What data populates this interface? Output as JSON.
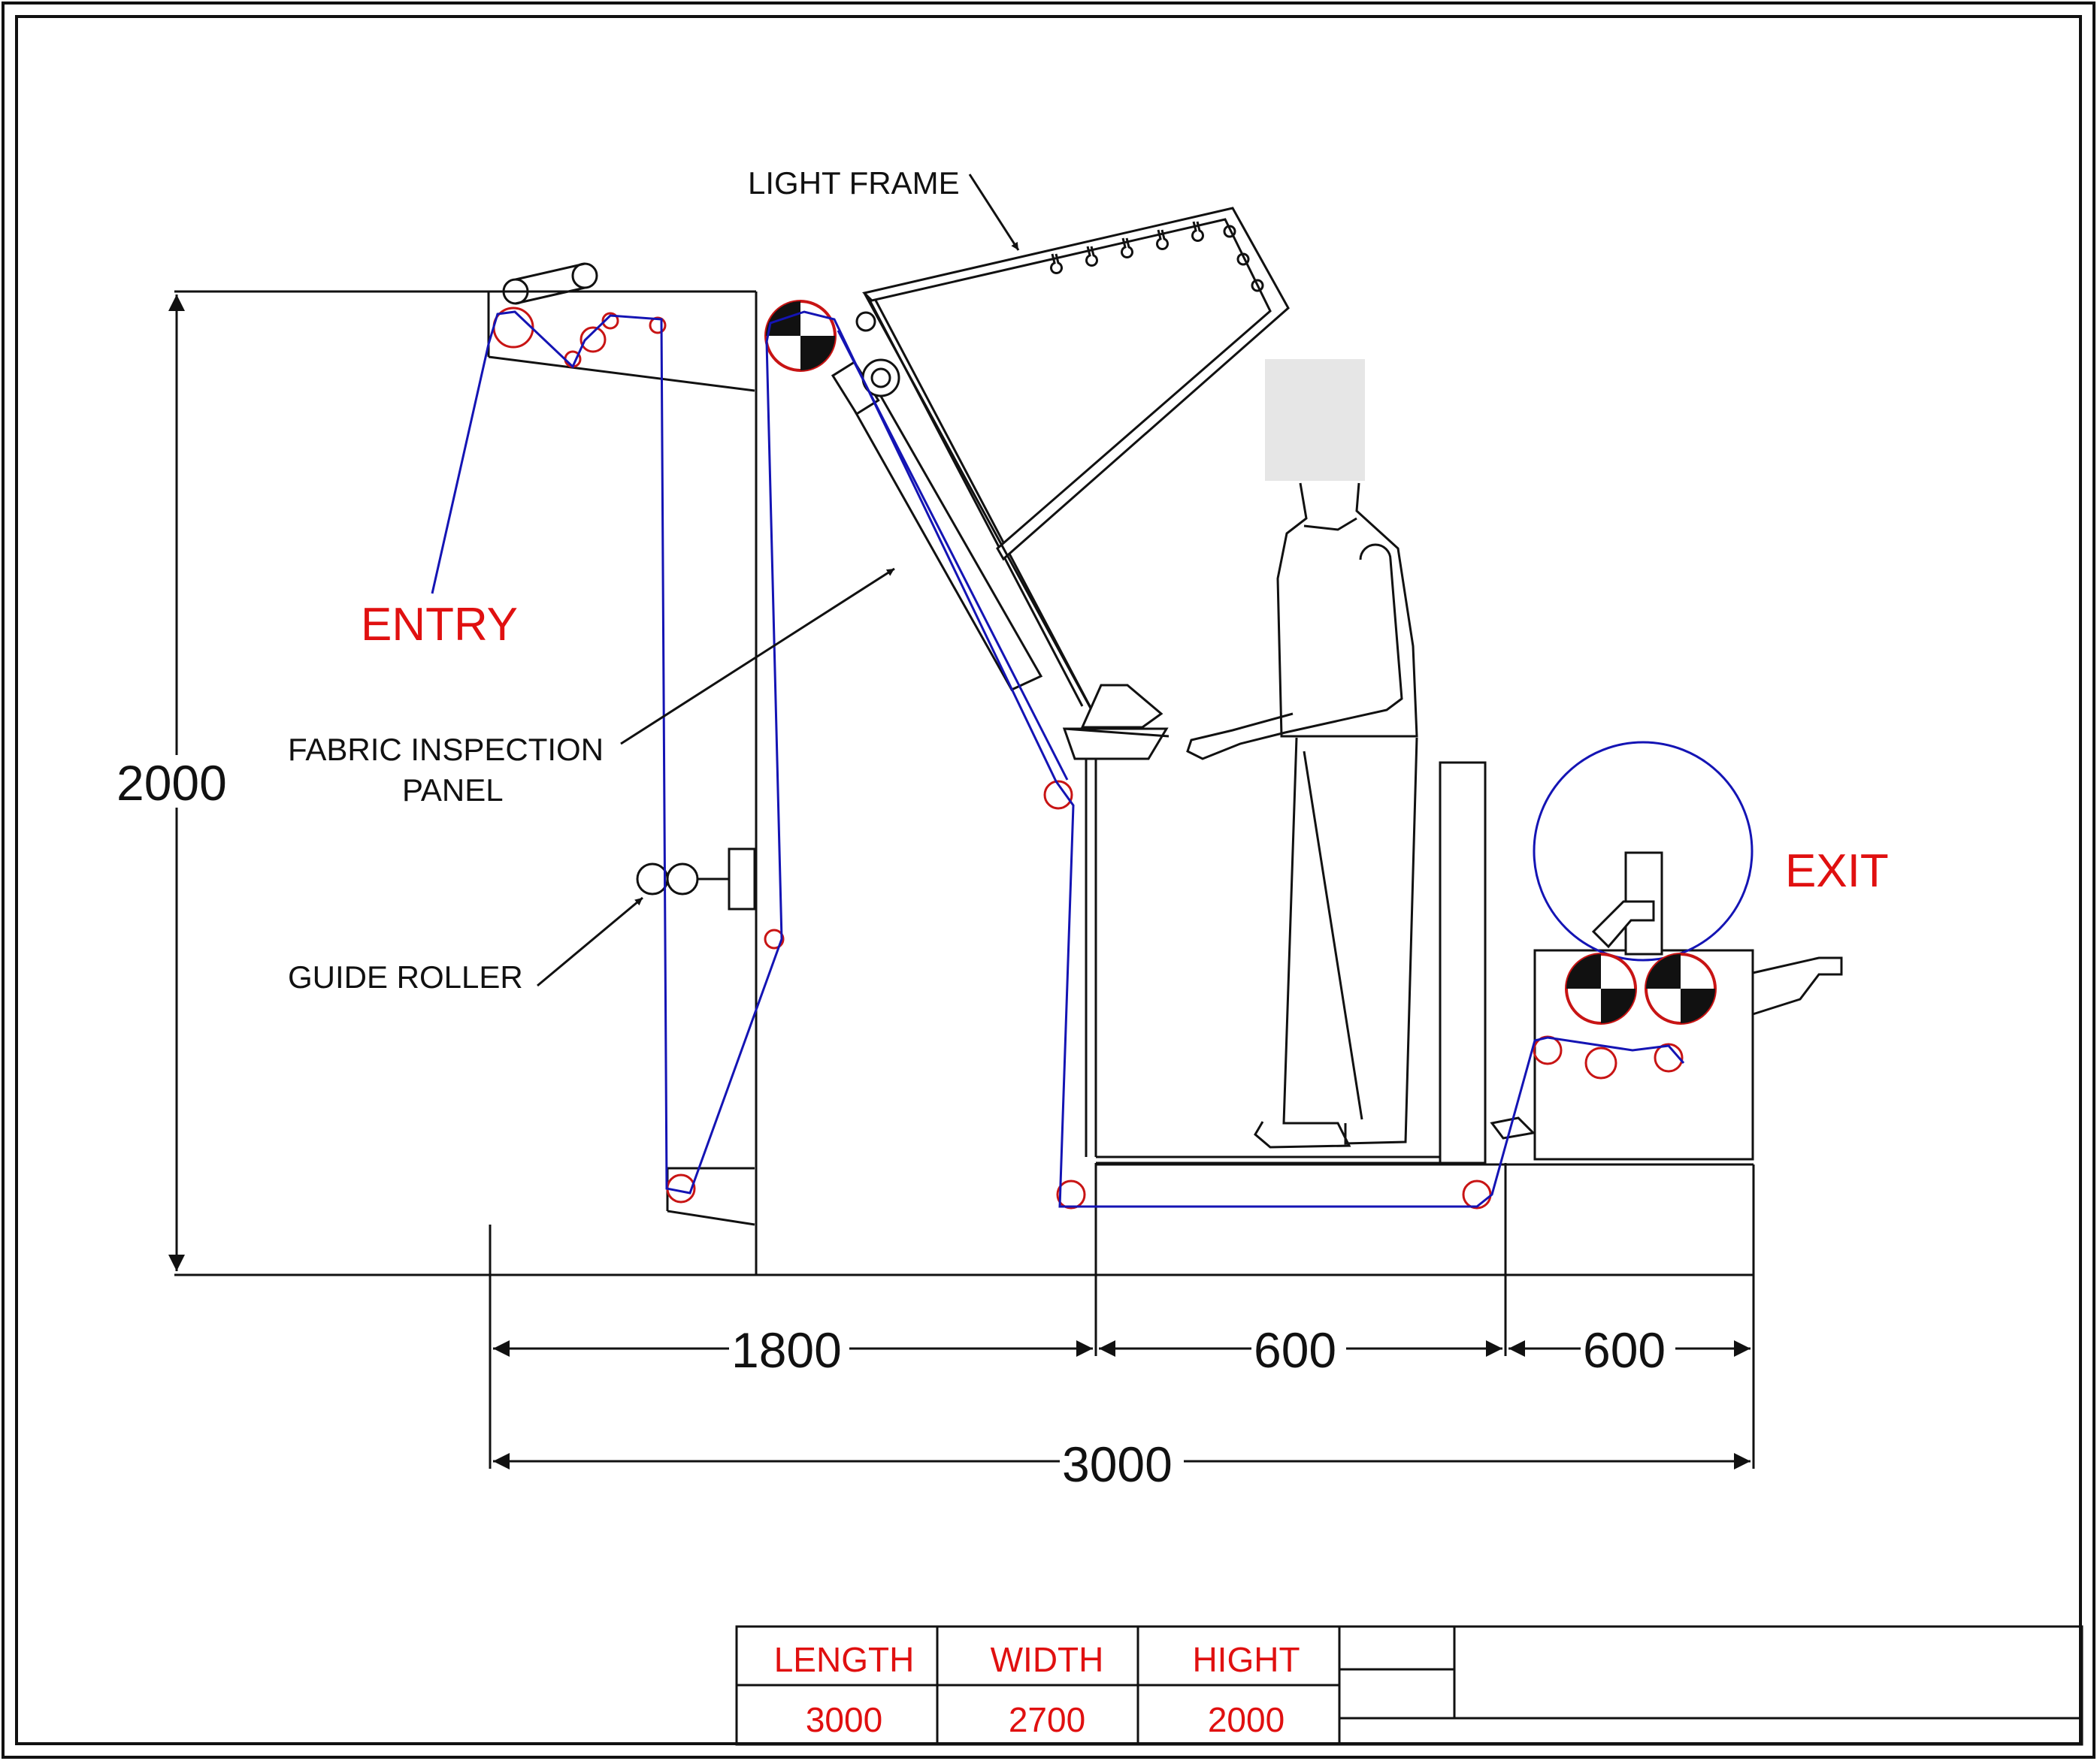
{
  "labels": {
    "light_frame": "LIGHT FRAME",
    "entry": "ENTRY",
    "fabric_panel_line1": "FABRIC INSPECTION",
    "fabric_panel_line2": "PANEL",
    "guide_roller": "GUIDE ROLLER",
    "exit": "EXIT"
  },
  "dimensions": {
    "height": "2000",
    "seg1": "1800",
    "seg2": "600",
    "seg3": "600",
    "total": "3000"
  },
  "spec_table": {
    "headers": [
      "LENGTH",
      "WIDTH",
      "HIGHT"
    ],
    "values": [
      "3000",
      "2700",
      "2000"
    ]
  },
  "colors": {
    "line": "#111111",
    "fabric_path": "#1414b4",
    "roller": "#c81414",
    "label_accent": "#e01010"
  }
}
